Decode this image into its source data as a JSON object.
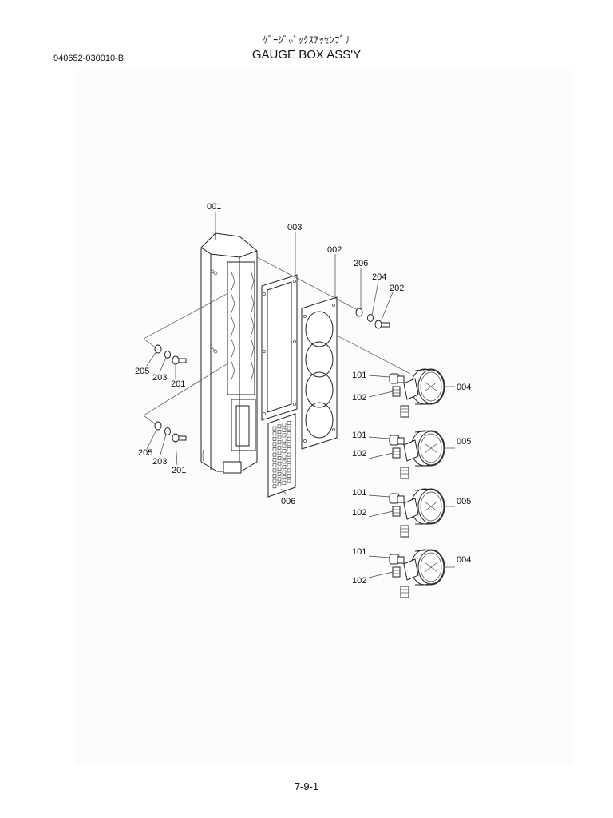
{
  "header": {
    "title_jp": "ｹﾞｰｼﾞﾎﾞｯｸｽｱｯｾﾝﾌﾞﾘ",
    "title_en": "GAUGE BOX ASS'Y",
    "doc_number": "940652-030010-B"
  },
  "footer": {
    "page_number": "7-9-1"
  },
  "parts": {
    "p001": "001",
    "p002": "002",
    "p003": "003",
    "p004a": "004",
    "p004b": "004",
    "p005a": "005",
    "p005b": "005",
    "p006": "006",
    "p101a": "101",
    "p101b": "101",
    "p101c": "101",
    "p101d": "101",
    "p102a": "102",
    "p102b": "102",
    "p102c": "102",
    "p102d": "102",
    "p201a": "201",
    "p201b": "201",
    "p202": "202",
    "p203a": "203",
    "p203b": "203",
    "p204": "204",
    "p205a": "205",
    "p205b": "205",
    "p206": "206"
  }
}
